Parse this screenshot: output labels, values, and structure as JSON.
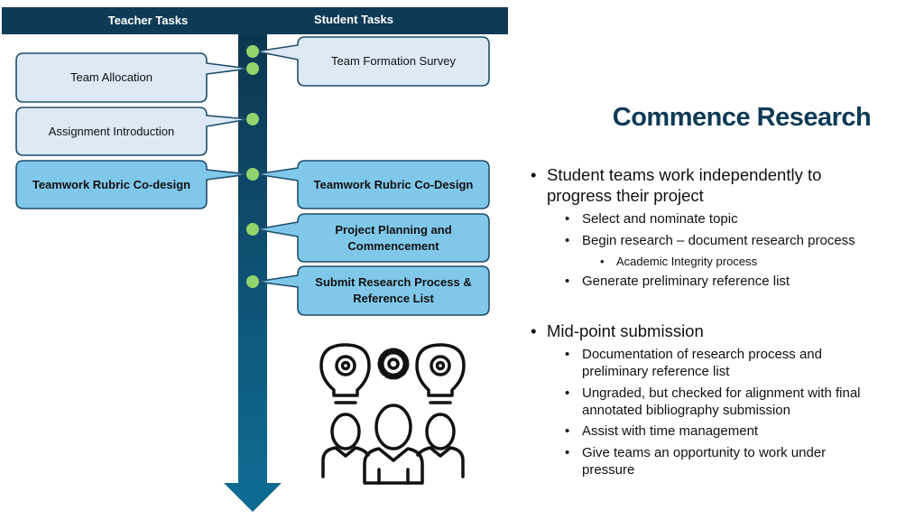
{
  "header": {
    "teacher_tasks": "Teacher Tasks",
    "student_tasks": "Student Tasks"
  },
  "timeline": {
    "teacher": [
      {
        "label": "Team Allocation",
        "highlight": false
      },
      {
        "label": "Assignment Introduction",
        "highlight": false
      },
      {
        "label": "Teamwork Rubric Co-design",
        "highlight": true
      }
    ],
    "student": [
      {
        "label": "Team Formation Survey",
        "highlight": false
      },
      {
        "label": "Teamwork Rubric Co-Design",
        "highlight": true
      },
      {
        "label": "Project Planning and Commencement",
        "highlight": true
      },
      {
        "label": "Submit Research Process & Reference List",
        "highlight": true
      }
    ]
  },
  "icon": "team-ideas-icon",
  "colors": {
    "navy": "#0e3a55",
    "light_box": "#dde9f5",
    "highlight_box": "#80c8ea",
    "dot": "#92d36e"
  },
  "content": {
    "title": "Commence Research",
    "bullets": [
      {
        "level": 1,
        "text": "Student teams work independently to progress their project"
      },
      {
        "level": 2,
        "text": "Select and nominate topic"
      },
      {
        "level": 2,
        "text": "Begin research – document research process"
      },
      {
        "level": 3,
        "text": "Academic Integrity process"
      },
      {
        "level": 2,
        "text": "Generate preliminary reference list"
      },
      {
        "level": 1,
        "text": "Mid-point submission"
      },
      {
        "level": 2,
        "text": "Documentation of research process and preliminary reference list"
      },
      {
        "level": 2,
        "text": "Ungraded, but checked for alignment with final annotated bibliography submission"
      },
      {
        "level": 2,
        "text": "Assist with time management"
      },
      {
        "level": 2,
        "text": "Give teams an opportunity to work under pressure"
      }
    ]
  }
}
